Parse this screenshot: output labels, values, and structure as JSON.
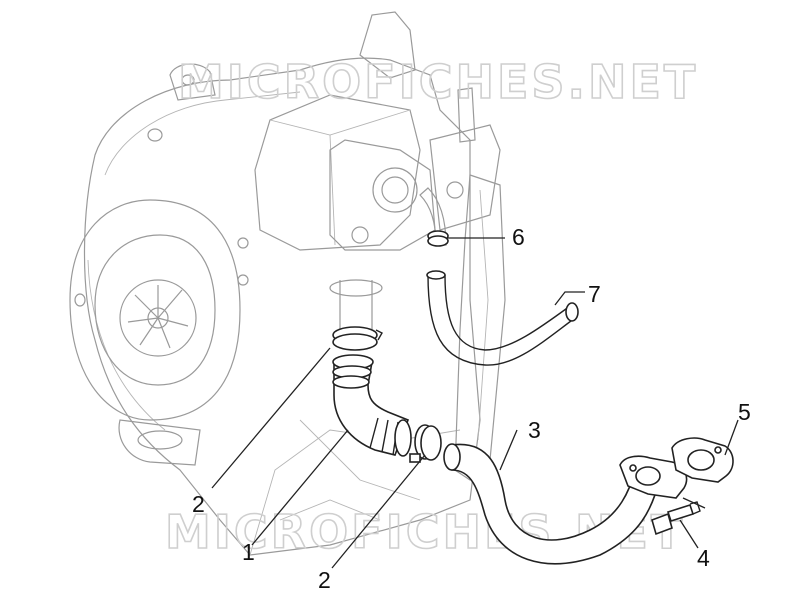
{
  "watermark": {
    "top": "MICROFICHES.NET",
    "bottom": "MICROFICHES.NET"
  },
  "callouts": [
    "1",
    "2",
    "2",
    "3",
    "4",
    "5",
    "6",
    "7"
  ],
  "colors": {
    "ink": "#222222",
    "ghost": "#9a9a9a",
    "watermark": "#cfcfcf",
    "background": "#ffffff"
  }
}
